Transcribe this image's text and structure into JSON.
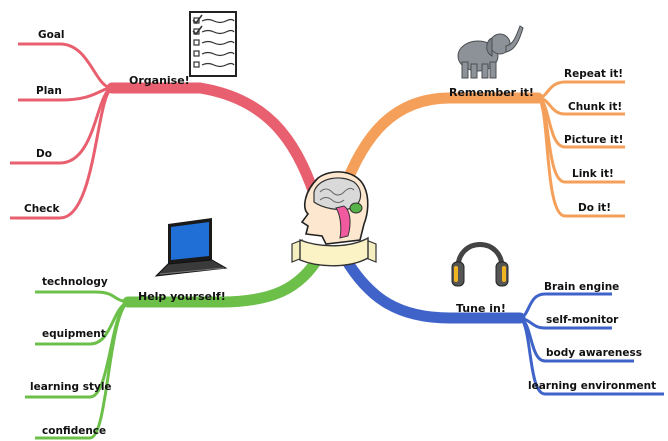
{
  "mindmap": {
    "branches": {
      "organise": {
        "label": "Organise!",
        "color": "#e8606f",
        "icon": "checklist-icon",
        "items": [
          "Goal",
          "Plan",
          "Do",
          "Check"
        ]
      },
      "remember": {
        "label": "Remember it!",
        "color": "#f5a05a",
        "icon": "elephant-icon",
        "items": [
          "Repeat it!",
          "Chunk it!",
          "Picture it!",
          "Link it!",
          "Do it!"
        ]
      },
      "help": {
        "label": "Help yourself!",
        "color": "#6cc04a",
        "icon": "laptop-icon",
        "items": [
          "technology",
          "equipment",
          "learning style",
          "confidence"
        ]
      },
      "tune": {
        "label": "Tune in!",
        "color": "#3f63c8",
        "icon": "headphones-icon",
        "items": [
          "Brain engine",
          "self-monitor",
          "body awareness",
          "learning environment"
        ]
      }
    },
    "center_icon": "brain-head-icon"
  }
}
